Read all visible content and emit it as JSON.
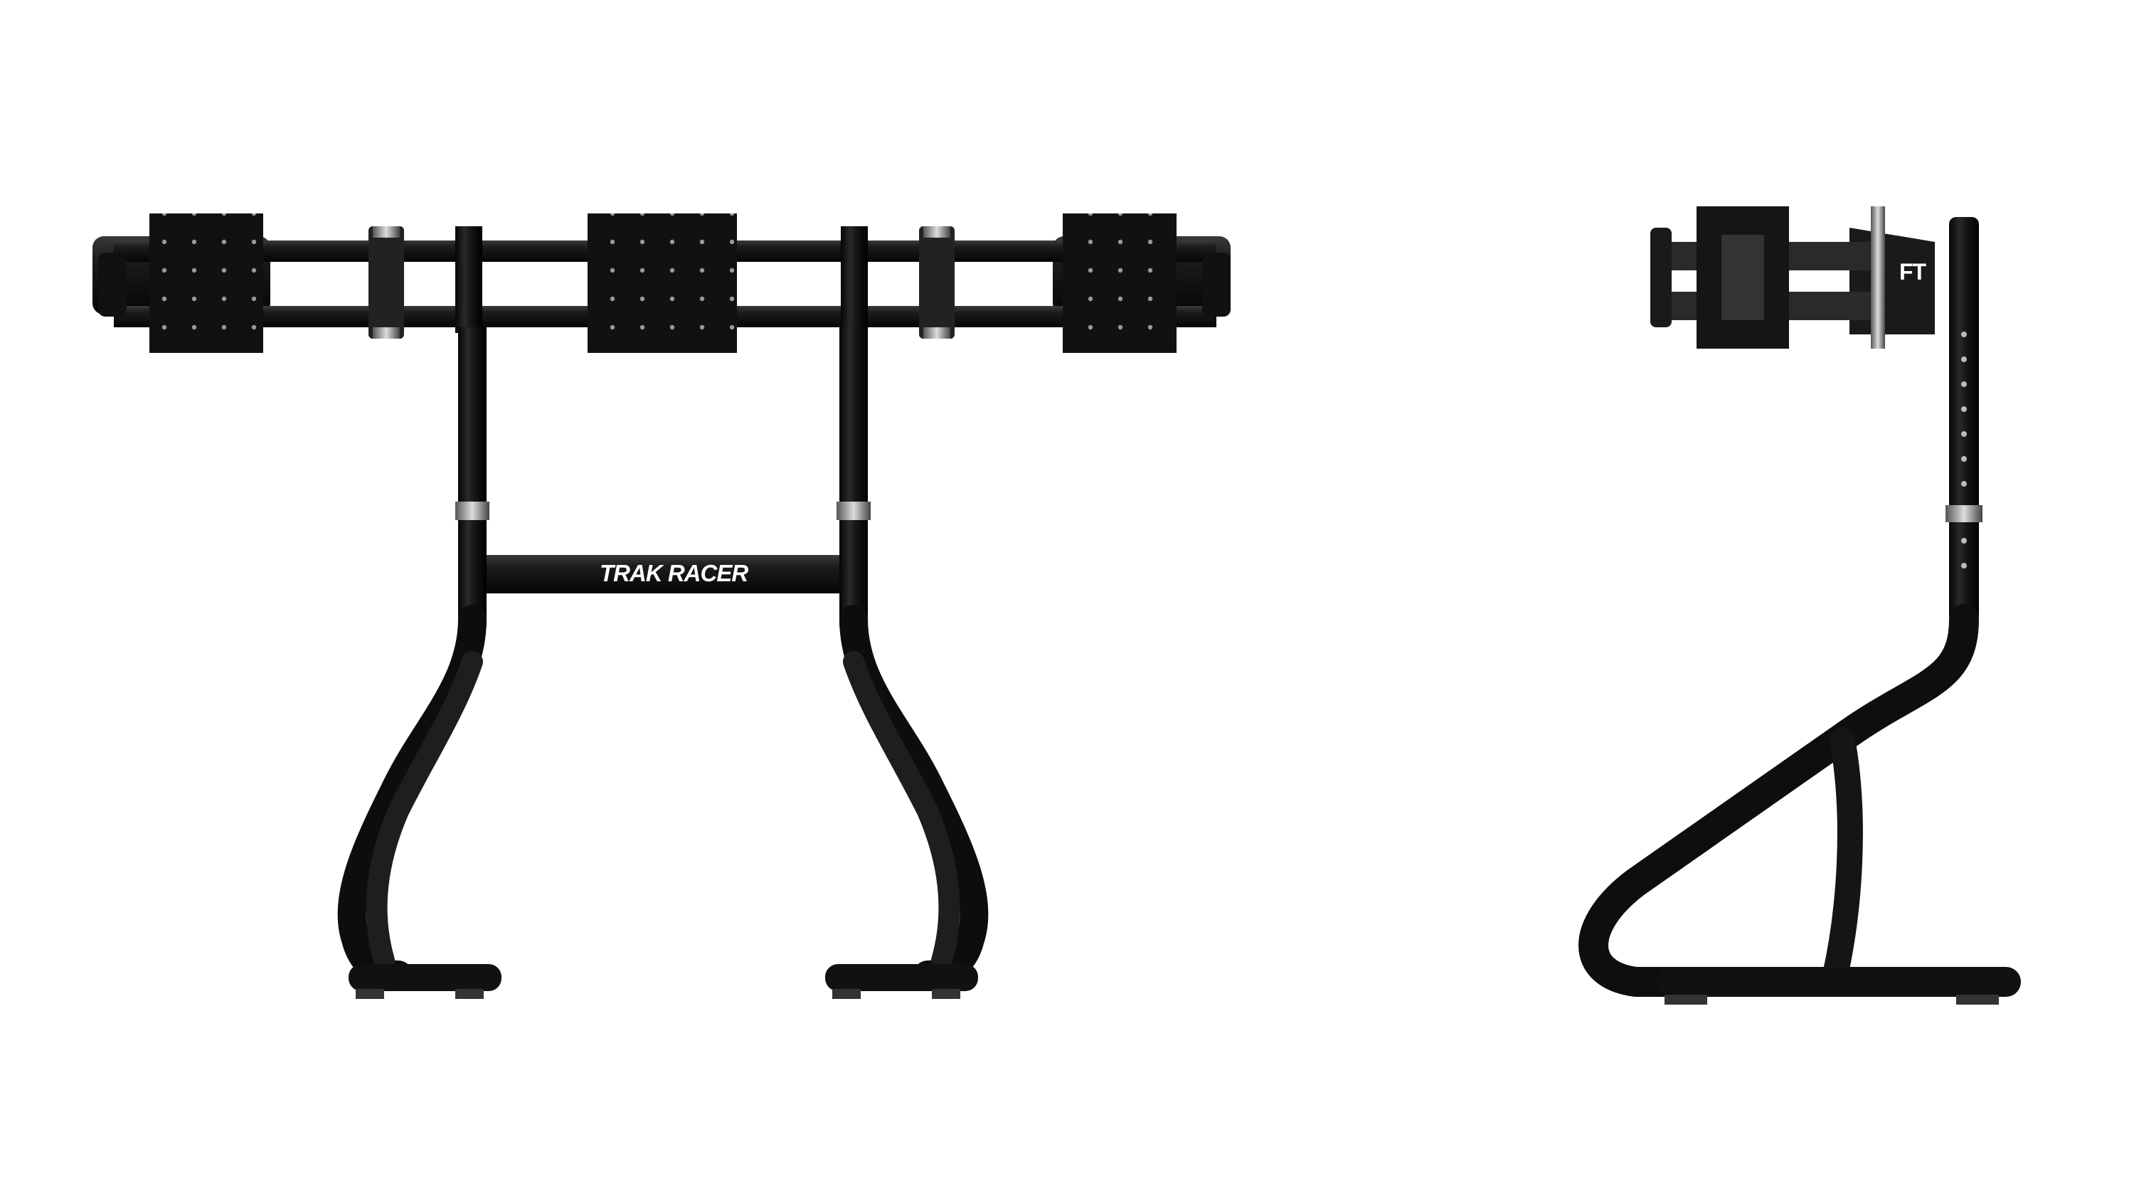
{
  "scene": {
    "description": "Product render of a triple monitor stand shown in front view and side view on white background",
    "background": "#ffffff",
    "frame_color": "#1a1a1a"
  },
  "front_view": {
    "brand_label": "TRAK RACER",
    "monitor_plates": 3
  },
  "side_view": {
    "brand_badge": "FT"
  }
}
